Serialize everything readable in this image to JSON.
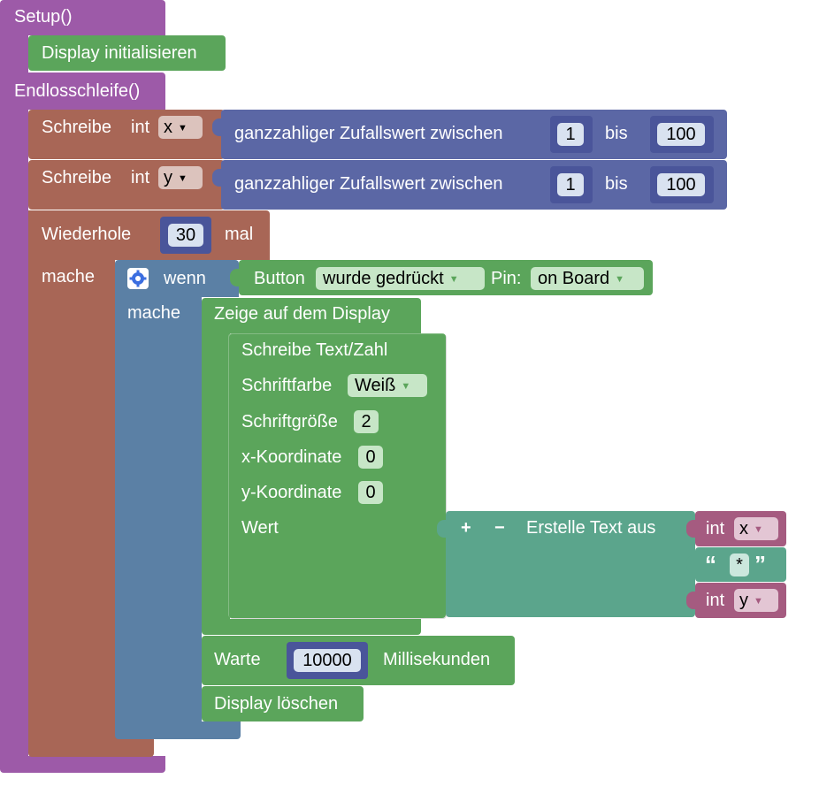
{
  "setup": {
    "label": "Setup()",
    "display_init": "Display initialisieren"
  },
  "loop": {
    "label": "Endlosschleife()"
  },
  "write_x": {
    "label": "Schreibe",
    "type": "int",
    "var": "x",
    "random": {
      "label": "ganzzahliger Zufallswert zwischen",
      "from": "1",
      "to_label": "bis",
      "to": "100"
    }
  },
  "write_y": {
    "label": "Schreibe",
    "type": "int",
    "var": "y",
    "random": {
      "label": "ganzzahliger Zufallswert zwischen",
      "from": "1",
      "to_label": "bis",
      "to": "100"
    }
  },
  "repeat": {
    "label": "Wiederhole",
    "count": "30",
    "times": "mal",
    "do": "mache"
  },
  "if_block": {
    "label": "wenn",
    "do": "mache",
    "condition": {
      "label": "Button",
      "state": "wurde gedrückt",
      "pin_label": "Pin:",
      "pin": "on Board"
    }
  },
  "show": {
    "label": "Zeige auf dem Display"
  },
  "write_text": {
    "label": "Schreibe Text/Zahl",
    "color_label": "Schriftfarbe",
    "color": "Weiß",
    "size_label": "Schriftgröße",
    "size": "2",
    "x_label": "x-Koordinate",
    "x": "0",
    "y_label": "y-Koordinate",
    "y": "0",
    "value_label": "Wert"
  },
  "join": {
    "plus": "+",
    "minus": "−",
    "label": "Erstelle Text aus",
    "item1_type": "int",
    "item1_var": "x",
    "quote_open": "“",
    "quote_text": "*",
    "quote_close": "”",
    "item3_type": "int",
    "item3_var": "y"
  },
  "wait": {
    "label": "Warte",
    "ms": "10000",
    "unit": "Millisekunden"
  },
  "clear": {
    "label": "Display löschen"
  },
  "colors": {
    "function": "#9d5aa8",
    "variables": "#a86656",
    "logic": "#5b80a5",
    "display": "#5ba55b",
    "math": "#5b67a5",
    "text": "#5ba58c",
    "var_get": "#a55b80"
  }
}
